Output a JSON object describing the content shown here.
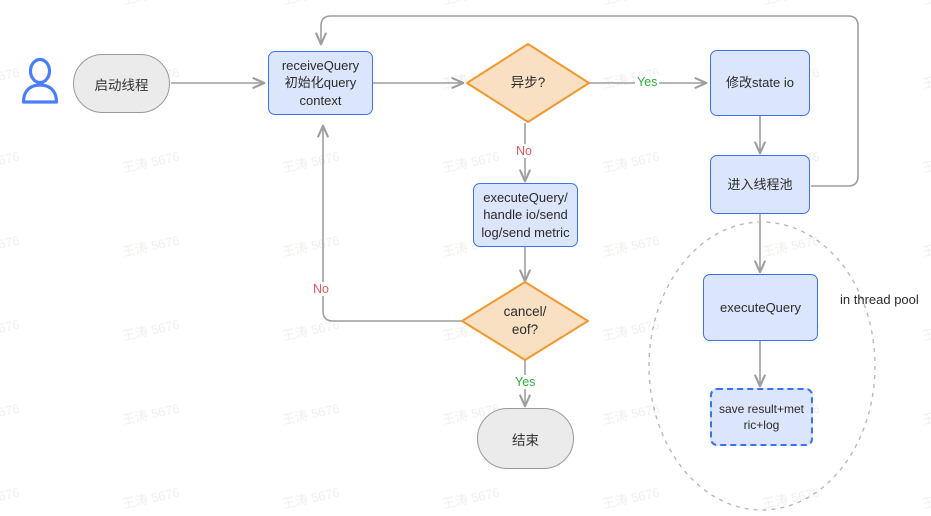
{
  "diagram": {
    "title": "query processing flowchart",
    "watermark": "王涛 5676",
    "colors": {
      "process_fill": "#dbe5fb",
      "process_border": "#3b72f0",
      "decision_fill": "#fae0c2",
      "decision_border": "#f0992e",
      "terminal_fill": "#ebebeb",
      "terminal_border": "#9a9a9a",
      "edge": "#9e9e9e",
      "yes_label": "#2ab03c",
      "no_label": "#e8575c",
      "group_border": "#b9b9b9",
      "user_icon": "#4a7dfc"
    }
  },
  "nodes": {
    "actor": {
      "icon": "user-icon"
    },
    "start": {
      "label": "启动线程",
      "type": "terminal"
    },
    "receive_query": {
      "label": "receiveQuery\n初始化query\ncontext",
      "type": "process"
    },
    "async_decision": {
      "label": "异步?",
      "type": "decision"
    },
    "modify_state": {
      "label": "修改state io",
      "type": "process"
    },
    "enter_pool": {
      "label": "进入线程池",
      "type": "process"
    },
    "execute_query_main": {
      "label": "executeQuery/\nhandle io/send\nlog/send metric",
      "type": "process"
    },
    "cancel_decision": {
      "label": "cancel/\neof?",
      "type": "decision"
    },
    "end": {
      "label": "结束",
      "type": "terminal"
    },
    "execute_query_pool": {
      "label": "executeQuery",
      "type": "process"
    },
    "save_result": {
      "label": "save result+met\nric+log",
      "type": "process-dashed"
    }
  },
  "edge_labels": {
    "async_yes": "Yes",
    "async_no": "No",
    "cancel_no": "No",
    "cancel_yes": "Yes"
  },
  "groups": {
    "thread_pool": {
      "label": "in thread pool",
      "style": "dashed-ellipse"
    }
  }
}
